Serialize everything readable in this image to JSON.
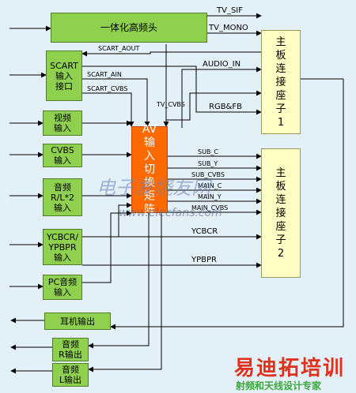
{
  "boxes": {
    "tuner": "一体化高频头",
    "scart": "SCART\n输入\n接口",
    "video_in": "视频\n输入",
    "cvbs_in": "CVBS\n输入",
    "audio_rl_in": "音频\nR/L*2\n输入",
    "ycbcr_in": "YCBCR/\nYPBPR\n输入",
    "pc_audio_in": "PC音频\n输入",
    "headphone_out": "耳机输出",
    "audio_r_out": "音频\nR输出",
    "audio_l_out": "音频\nL输出",
    "av_switch": "AV\n输\n入\n切\n换\n矩\n阵",
    "main_conn_1": "主\n板\n连\n接\n座\n子\n1",
    "main_conn_2": "主\n板\n连\n接\n座\n子\n2"
  },
  "signals": {
    "tv_sif": "TV_SIF",
    "tv_mono": "TV_MONO",
    "scart_aout": "SCART_AOUT",
    "audio_in": "AUDIO_IN",
    "scart_ain": "SCART_AIN",
    "scart_cvbs": "SCART_CVBS",
    "tv_cvbs": "TV_CVBS",
    "rgb_fb": "RGB&FB",
    "sub_c": "SUB_C",
    "sub_y": "SUB_Y",
    "sub_cvbs": "SUB_CVBS",
    "main_c": "MAIN_C",
    "main_y": "MAIN_Y",
    "main_cvbs": "MAIN_CVBS",
    "ycbcr": "YCBCR",
    "ypbpr": "YPBPR"
  },
  "watermarks": {
    "cn": "电子发烧友网",
    "url": "www.elecfans.com",
    "brand": "易迪拓培训",
    "brand_sub": "射频和天线设计专家"
  },
  "colors": {
    "background": "#e4f0f8",
    "green_box": "#8fd14f",
    "yellow_box": "#ffffc4",
    "orange_box": "#ff6a00",
    "line": "#000000",
    "brand_red": "#e0301e",
    "brand_green": "#3aa83a"
  }
}
